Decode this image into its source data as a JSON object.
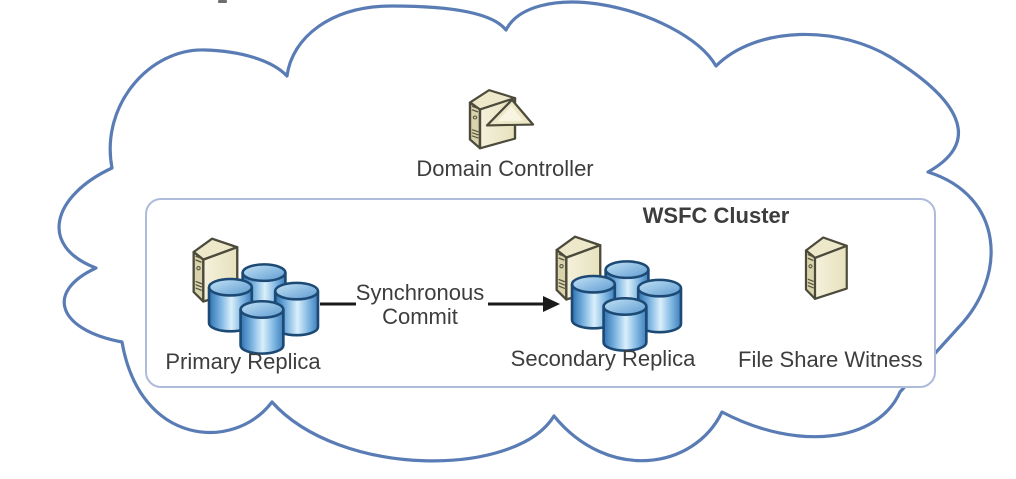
{
  "cloud": {
    "name": "network-cloud",
    "stroke_color": "#5A7CB5"
  },
  "cluster_box": {
    "label": "WSFC Cluster",
    "border_color": "#AEBBDB"
  },
  "nodes": {
    "domain_controller": {
      "label": "Domain Controller",
      "icon": "server-with-domain-triangle-icon"
    },
    "primary_replica": {
      "label": "Primary Replica",
      "icon": "server-with-database-cluster-icon"
    },
    "secondary_replica": {
      "label": "Secondary Replica",
      "icon": "server-with-database-cluster-icon"
    },
    "file_share_witness": {
      "label": "File Share Witness",
      "icon": "server-tower-icon"
    }
  },
  "connection": {
    "label_line1": "Synchronous",
    "label_line2": "Commit",
    "from": "Primary Replica",
    "to": "Secondary Replica",
    "direction": "right"
  },
  "colors": {
    "cloud_stroke": "#5A7CB5",
    "cluster_border": "#AEBBDB",
    "label_text": "#3D3D3D",
    "arrow": "#1A1A1A",
    "server_front": "#F5F1DB",
    "server_front_dark": "#E6E1BE",
    "server_side": "#D8D3AB",
    "server_top": "#EDE8C9",
    "server_outline": "#4B4A3B",
    "server_detail": "#55543F",
    "triangle_fill": "#ECE7C7",
    "triangle_highlight": "#F7F4E2",
    "cylinder_outline": "#1C4A74",
    "cylinder_dark": "#2F72B2",
    "cylinder_mid": "#7FB6E2",
    "cylinder_light": "#D9EFFB",
    "cylinder_edge": "#3E7FBD",
    "cylinder_top_light": "#C4E3F6",
    "cylinder_top_dark": "#5E9BD1"
  }
}
